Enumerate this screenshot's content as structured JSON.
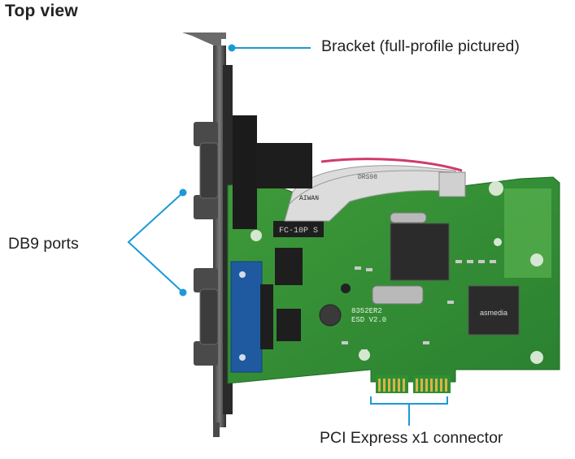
{
  "title": "Top view",
  "callouts": {
    "bracket": "Bracket (full-profile pictured)",
    "db9_ports": "DB9 ports",
    "pcie": "PCI Express x1 connector"
  },
  "board_markings": {
    "fc_10ps": "FC-10P S",
    "cable_print": "DRS98",
    "chip_brand": "asmedia",
    "model": "8352ER2",
    "esd": "ESD V2.0",
    "made_in": "AIWAN"
  },
  "colors": {
    "callout": "#1b9ad6",
    "pcb": "#2f8f33",
    "pcb_light": "#54b04a",
    "gold": "#d8b44a",
    "serial_blue": "#1f5aa0",
    "bracket": "#5a5a5a"
  }
}
